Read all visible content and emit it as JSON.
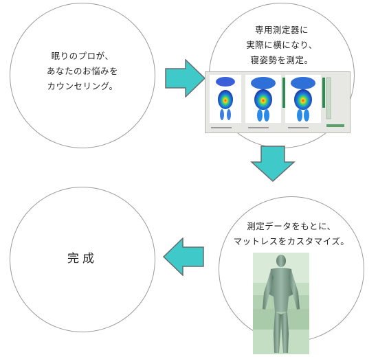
{
  "steps": [
    {
      "id": "counseling",
      "lines": [
        "眠りのプロが、",
        "あなたのお悩みを",
        "カウンセリング。"
      ]
    },
    {
      "id": "measurement",
      "lines": [
        "専用測定器に",
        "実際に横になり、",
        "寝姿勢を測定。"
      ]
    },
    {
      "id": "customize",
      "lines": [
        "測定データをもとに、",
        "マットレスをカスタマイズ。"
      ]
    },
    {
      "id": "complete",
      "lines": [
        "完成"
      ]
    }
  ],
  "colors": {
    "arrow": "#3fc9c9",
    "arrow_stroke": "#6a6a6a",
    "circle_border": "#9a9a9a",
    "pressure_panel": "#e7e7e3",
    "mannequin_band_light": "#d9ead9",
    "mannequin_band_dark": "#b9d6b9"
  },
  "icons": [
    "right-arrow-icon",
    "down-arrow-icon",
    "left-arrow-icon"
  ],
  "images": [
    "pressure-map-screenshot",
    "body-scan-image"
  ]
}
